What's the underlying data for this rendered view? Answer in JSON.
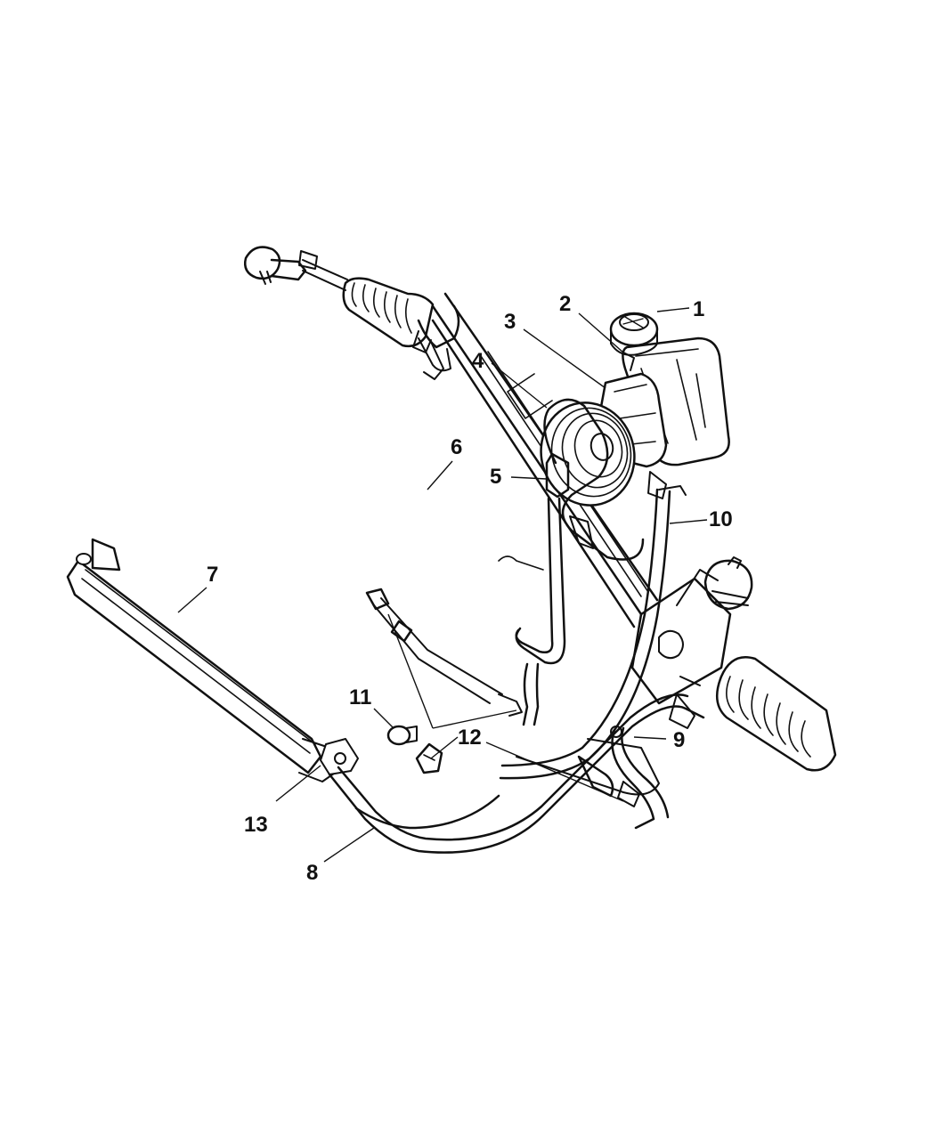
{
  "diagram": {
    "callouts": [
      {
        "id": "1",
        "label": "1"
      },
      {
        "id": "2",
        "label": "2"
      },
      {
        "id": "3",
        "label": "3"
      },
      {
        "id": "4",
        "label": "4"
      },
      {
        "id": "5",
        "label": "5"
      },
      {
        "id": "6",
        "label": "6"
      },
      {
        "id": "7",
        "label": "7"
      },
      {
        "id": "8",
        "label": "8"
      },
      {
        "id": "9",
        "label": "9"
      },
      {
        "id": "10",
        "label": "10"
      },
      {
        "id": "11",
        "label": "11"
      },
      {
        "id": "12",
        "label": "12"
      },
      {
        "id": "13",
        "label": "13"
      }
    ],
    "parts": [
      "reservoir-cap-icon",
      "reservoir-icon",
      "pump-icon",
      "pump-pulley-icon",
      "pressure-hose-icon",
      "steering-gear-icon",
      "cooler-icon",
      "cooler-hose-icon",
      "return-hose-icon",
      "supply-hose-icon",
      "nut-icon",
      "clip-icon",
      "clamp-icon"
    ]
  }
}
